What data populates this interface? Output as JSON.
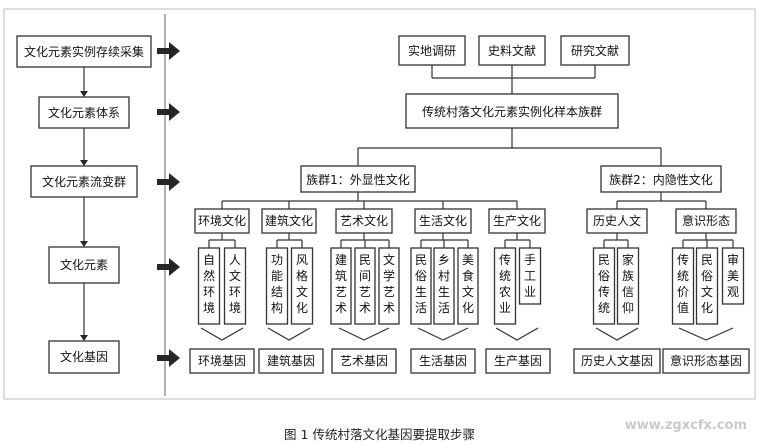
{
  "left_steps": [
    "文化元素实例存续采集",
    "文化元素体系",
    "文化元素流变群",
    "文化元素",
    "文化基因"
  ],
  "sources": [
    "实地调研",
    "史料文献",
    "研究文献"
  ],
  "sample_group": "传统村落文化元素实例化样本族群",
  "groups": [
    {
      "title": "族群1：外显性文化",
      "categories": [
        {
          "name": "环境文化",
          "items": [
            "自然环境",
            "人文环境"
          ],
          "gene": "环境基因"
        },
        {
          "name": "建筑文化",
          "items": [
            "功能结构",
            "风格文化"
          ],
          "gene": "建筑基因"
        },
        {
          "name": "艺术文化",
          "items": [
            "建筑艺术",
            "民间艺术",
            "文学艺术"
          ],
          "gene": "艺术基因"
        },
        {
          "name": "生活文化",
          "items": [
            "民俗生活",
            "乡村生活",
            "美食文化"
          ],
          "gene": "生活基因"
        },
        {
          "name": "生产文化",
          "items": [
            "传统农业",
            "手工业"
          ],
          "gene": "生产基因"
        }
      ]
    },
    {
      "title": "族群2：内隐性文化",
      "categories": [
        {
          "name": "历史人文",
          "items": [
            "民俗传统",
            "家族信仰"
          ],
          "gene": "历史人文基因"
        },
        {
          "name": "意识形态",
          "items": [
            "传统价值",
            "民俗文化",
            "审美观"
          ],
          "gene": "意识形态基因"
        }
      ]
    }
  ],
  "watermark": "www.zgxcfx.com",
  "caption": "图 1 传统村落文化基因要提取步骤"
}
